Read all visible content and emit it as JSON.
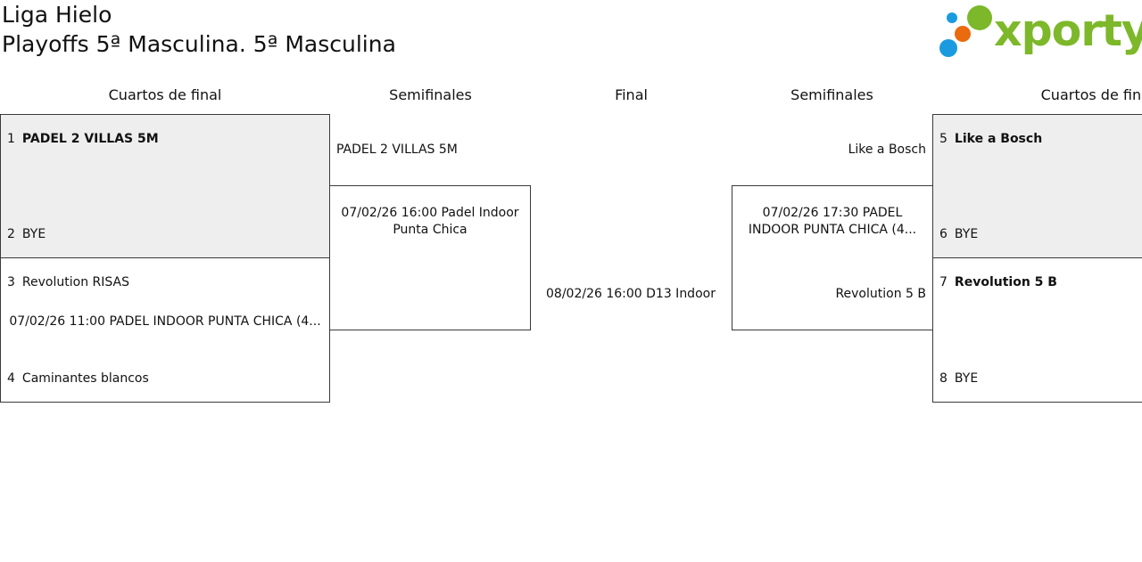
{
  "header": {
    "league": "Liga Hielo",
    "playoff": "Playoffs 5ª Masculina. 5ª Masculina"
  },
  "logo": {
    "text": "xporty",
    "colors": {
      "blue": "#1a9be0",
      "orange": "#ea6a0e",
      "green": "#7cb829"
    }
  },
  "rounds": {
    "cuartos_left": "Cuartos de final",
    "semis_left": "Semifinales",
    "final": "Final",
    "semis_right": "Semifinales",
    "cuartos_right": "Cuartos de final"
  },
  "quarterfinals": {
    "left": [
      {
        "top": {
          "seed": "1",
          "name": "PADEL 2 VILLAS 5M"
        },
        "bottom": {
          "seed": "2",
          "name": "BYE"
        },
        "info": ""
      },
      {
        "top": {
          "seed": "3",
          "name": "Revolution RISAS"
        },
        "bottom": {
          "seed": "4",
          "name": "Caminantes blancos"
        },
        "info": "07/02/26 11:00 PADEL INDOOR PUNTA CHICA (4..."
      }
    ],
    "right": [
      {
        "top": {
          "seed": "5",
          "name": "Like a Bosch"
        },
        "bottom": {
          "seed": "6",
          "name": "BYE"
        },
        "info": ""
      },
      {
        "top": {
          "seed": "7",
          "name": "Revolution 5 B"
        },
        "bottom": {
          "seed": "8",
          "name": "BYE"
        },
        "info": ""
      }
    ]
  },
  "semifinals": {
    "left": {
      "team_top": "PADEL 2 VILLAS 5M",
      "info": "07/02/26 16:00 Padel Indoor Punta Chica",
      "team_bottom": ""
    },
    "right": {
      "team_top": "Like a Bosch",
      "info": "07/02/26 17:30 PADEL INDOOR PUNTA CHICA (4...",
      "team_bottom": "Revolution 5 B"
    }
  },
  "final": {
    "info": "08/02/26 16:00 D13 Indoor"
  }
}
